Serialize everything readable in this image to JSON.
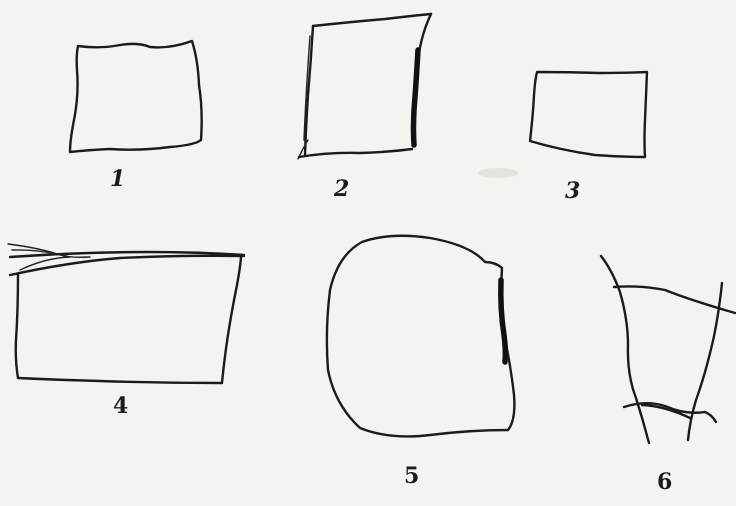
{
  "figures": [
    {
      "id": "1",
      "label": "1"
    },
    {
      "id": "2",
      "label": "2"
    },
    {
      "id": "3",
      "label": "3"
    },
    {
      "id": "4",
      "label": "4"
    },
    {
      "id": "5",
      "label": "5"
    },
    {
      "id": "6",
      "label": "6"
    }
  ],
  "colors": {
    "ink": "#1b1b1b",
    "paper": "#f4f3ef"
  }
}
